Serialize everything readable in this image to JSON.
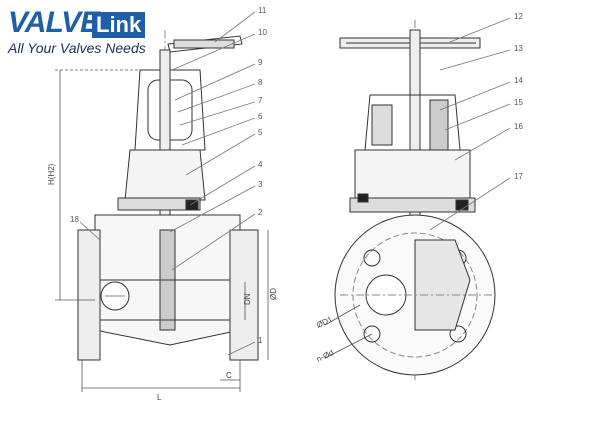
{
  "brand": {
    "name_part1": "VALVE",
    "name_part2": "Link",
    "tagline": "All Your Valves Needs"
  },
  "callouts": [
    "1",
    "2",
    "3",
    "4",
    "5",
    "6",
    "7",
    "8",
    "9",
    "10",
    "11",
    "12",
    "13",
    "14",
    "15",
    "16",
    "17",
    "18"
  ],
  "dimensions": {
    "height": "H(H2)",
    "nominal_dia": "DN",
    "outer_dia": "ØD",
    "bolt_circle": "ØD1",
    "bolt_holes": "n-Ød",
    "length": "L",
    "flange": "C"
  },
  "colors": {
    "brand_blue": "#1f5fa8",
    "tagline": "#1a2f5a",
    "line": "#333333",
    "leader": "#777777"
  }
}
